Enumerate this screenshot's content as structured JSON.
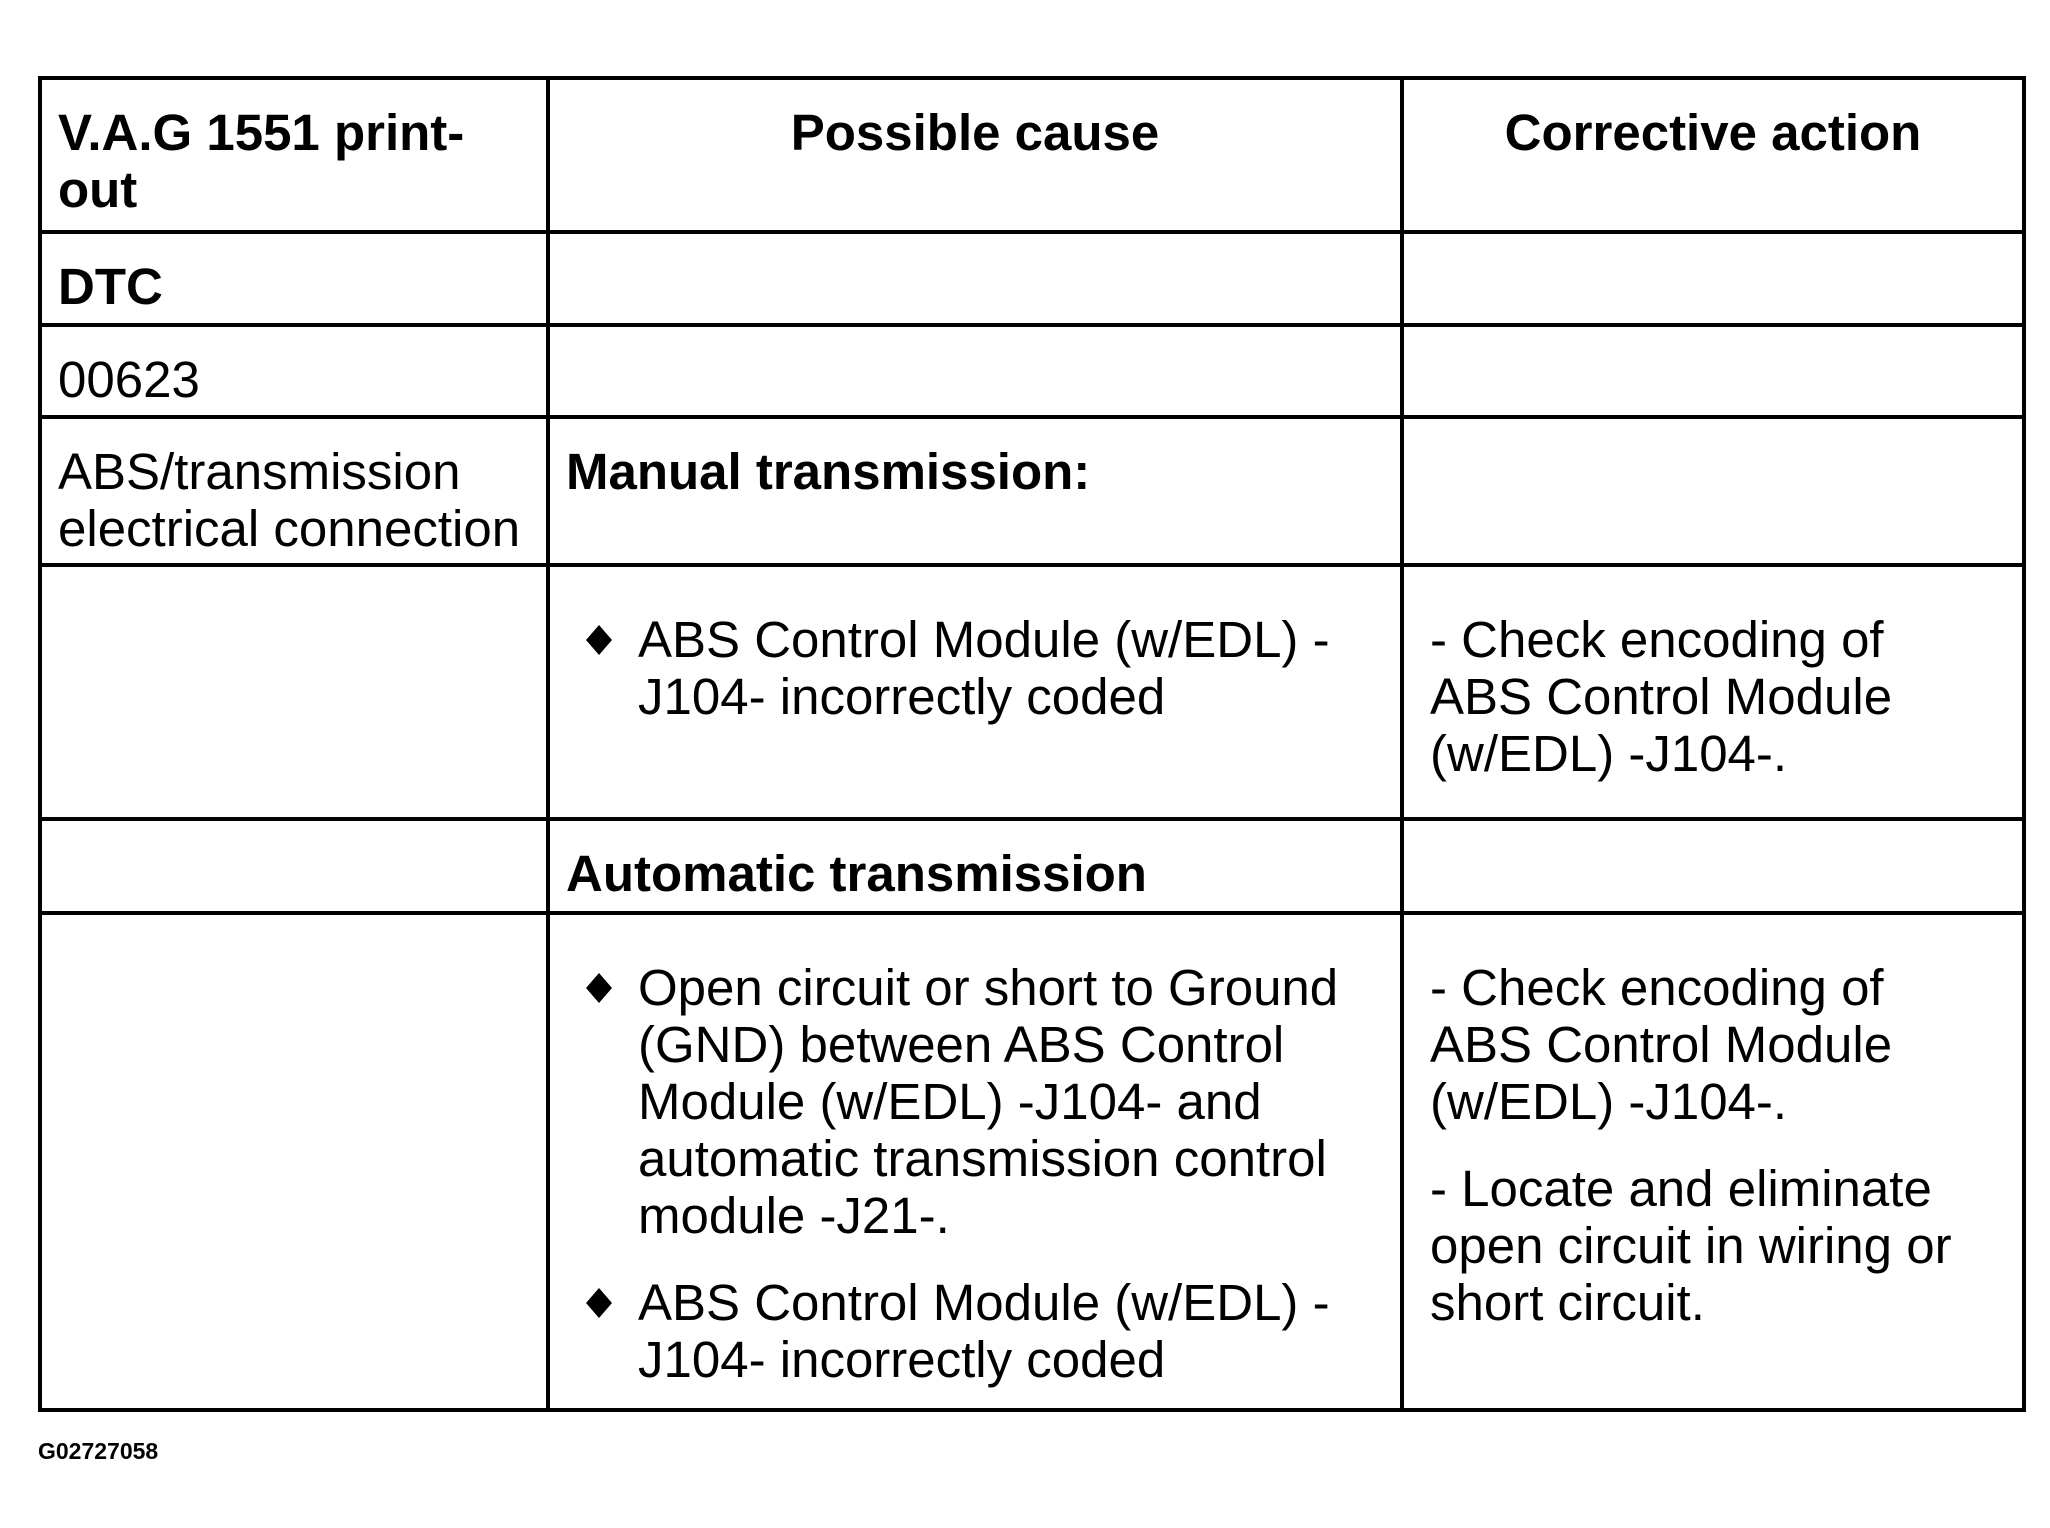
{
  "table": {
    "headers": [
      "V.A.G 1551 print-out",
      "Possible cause",
      "Corrective action"
    ],
    "dtc_label": "DTC",
    "dtc_code": "00623",
    "dtc_description": "ABS/transmission electrical connection",
    "manual": {
      "heading": "Manual transmission:",
      "causes": [
        "ABS Control Module (w/EDL) -J104- incorrectly coded"
      ],
      "actions": [
        "- Check encoding of ABS Control Module (w/EDL) -J104-."
      ]
    },
    "automatic": {
      "heading": "Automatic transmission",
      "causes": [
        "Open circuit or short to Ground (GND) between ABS Control Module (w/EDL) -J104- and automatic transmission control module -J21-.",
        "ABS Control Module (w/EDL) -J104- incorrectly coded"
      ],
      "actions": [
        "- Check encoding of ABS Control Module (w/EDL) -J104-.",
        "- Locate and eliminate open circuit in wiring or short circuit."
      ]
    }
  },
  "figure_id": "G02727058",
  "icons": {
    "bullet": "diamond-bullet-icon"
  }
}
